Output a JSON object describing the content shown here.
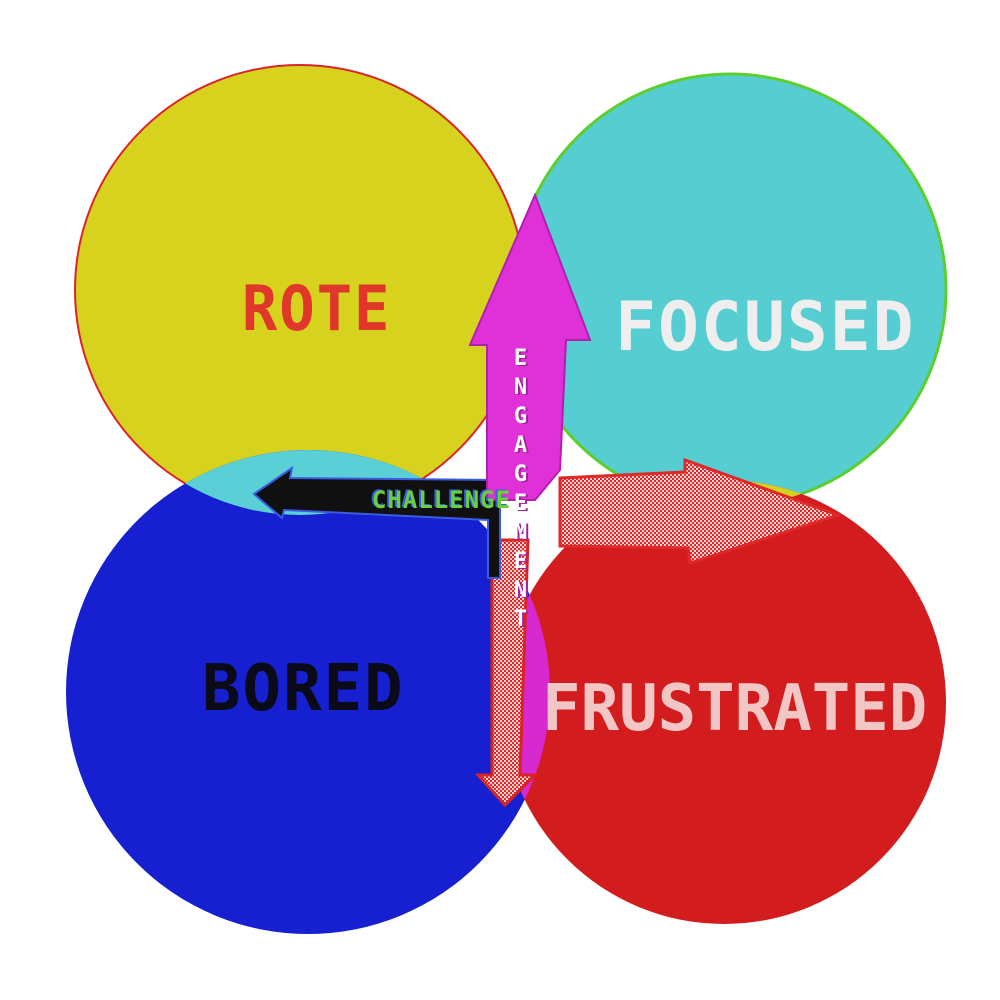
{
  "diagram": {
    "quadrants": [
      {
        "label": "ROTE",
        "color": "#d6d21e"
      },
      {
        "label": "FOCUSED",
        "color": "#56cdd0"
      },
      {
        "label": "BORED",
        "color": "#1620d0"
      },
      {
        "label": "FRUSTRATED",
        "color": "#d21c1e"
      }
    ],
    "overlap_colors": {
      "rote_focused": "#e6e4e0",
      "rote_bored": "#5ad0d6",
      "focused_frustrated": "#d8d020",
      "bored_frustrated": "#d828d0"
    },
    "axes": {
      "horizontal": {
        "label": "CHALLENGE",
        "color": "#101010"
      },
      "vertical": {
        "label": "ENGAGEMENT",
        "color": "#e030d8"
      }
    }
  }
}
